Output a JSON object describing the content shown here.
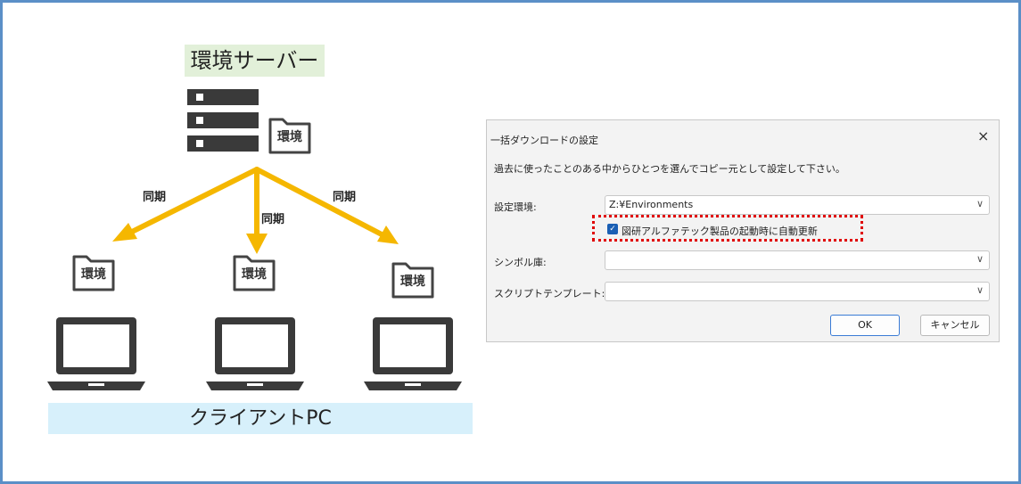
{
  "diagram": {
    "server_label": "環境サーバー",
    "folder_label": "環境",
    "sync_label": "同期",
    "client_label": "クライアントPC"
  },
  "colors": {
    "arrow": "#f5b700",
    "frame": "#5b8fc7",
    "highlight": "#e00000"
  },
  "dialog": {
    "title": "一括ダウンロードの設定",
    "close_icon": "×",
    "description": "過去に使ったことのある中からひとつを選んでコピー元として設定して下さい。",
    "env_label": "設定環境:",
    "env_value": "Z:¥Environments",
    "auto_update_label": "図研アルファテック製品の起動時に自動更新",
    "auto_update_checked": true,
    "symbol_label": "シンボル庫:",
    "symbol_value": "",
    "script_label": "スクリプトテンプレート:",
    "script_value": "",
    "ok_label": "OK",
    "cancel_label": "キャンセル",
    "dropdown_icon": "∨"
  }
}
